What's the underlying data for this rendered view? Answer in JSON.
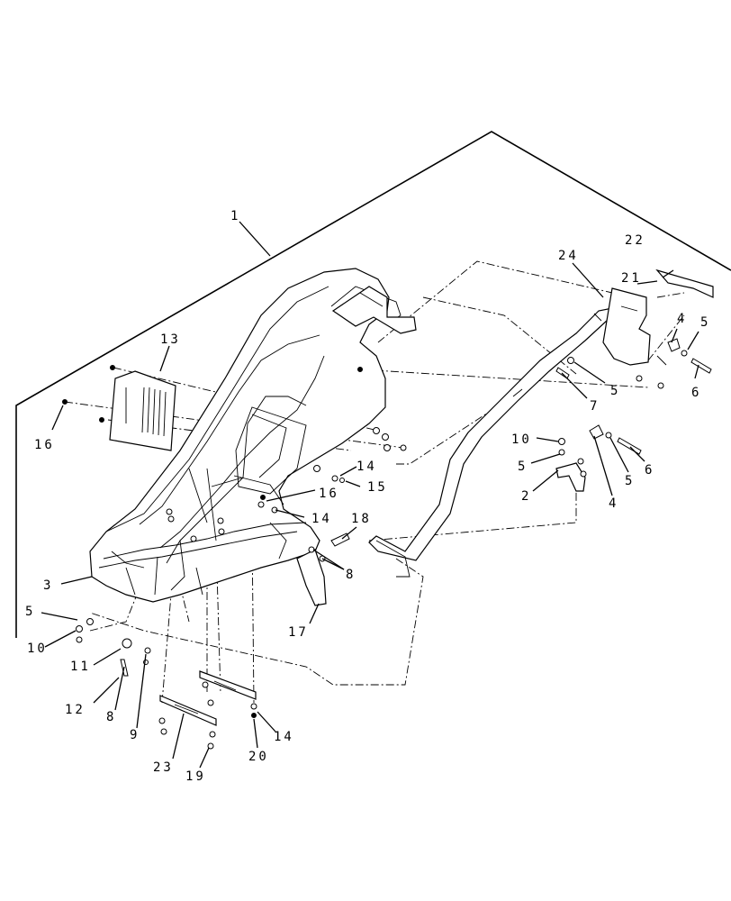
{
  "diagram": {
    "callouts": {
      "c1": "1",
      "c2": "2",
      "c3": "3",
      "c4a": "4",
      "c4b": "4",
      "c5a": "5",
      "c5b": "5",
      "c5c": "5",
      "c5d": "5",
      "c5e": "5",
      "c6a": "6",
      "c6b": "6",
      "c7": "7",
      "c8a": "8",
      "c8b": "8",
      "c9": "9",
      "c10a": "10",
      "c10b": "10",
      "c11": "11",
      "c12": "12",
      "c13": "13",
      "c14a": "14",
      "c14b": "14",
      "c14c": "14",
      "c15": "15",
      "c16a": "16",
      "c16b": "16",
      "c17": "17",
      "c18": "18",
      "c19": "19",
      "c20": "20",
      "c21": "21",
      "c22": "22",
      "c23": "23",
      "c24": "24"
    }
  }
}
